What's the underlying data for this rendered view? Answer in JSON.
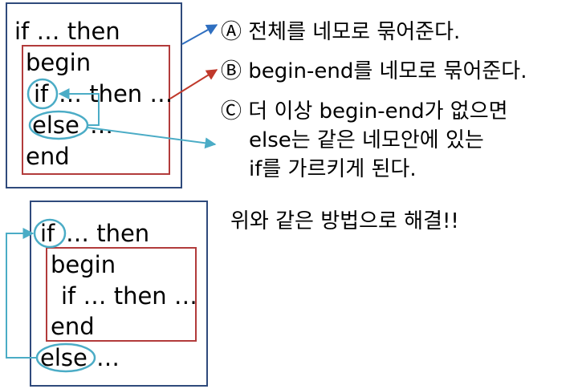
{
  "diagram1": {
    "line_if_then": "if … then",
    "line_begin": "begin",
    "kw_if": "if",
    "rest_then": "… then …",
    "kw_else": "else",
    "rest_else": "…",
    "line_end": "end"
  },
  "notes": {
    "a": "Ⓐ 전체를 네모로 묶어준다.",
    "b": "Ⓑ begin-end를 네모로 묶어준다.",
    "c1": "Ⓒ 더 이상 begin-end가 없으면",
    "c2": "else는 같은 네모안에 있는",
    "c3": "if를 가르키게 된다.",
    "solution": "위와 같은 방법으로 해결!!"
  },
  "diagram2": {
    "kw_if": "if",
    "rest_then": "… then",
    "line_begin": "begin",
    "line_if_then": "if … then …",
    "line_end": "end",
    "kw_else": "else",
    "rest_else": "…"
  },
  "colors": {
    "outer_box": "#2f4a7c",
    "inner_box": "#b23b3b",
    "ellipse": "#4bacc6",
    "arrow_a": "#2f6fc0",
    "arrow_b": "#c0392b",
    "arrow_c": "#4bacc6"
  }
}
